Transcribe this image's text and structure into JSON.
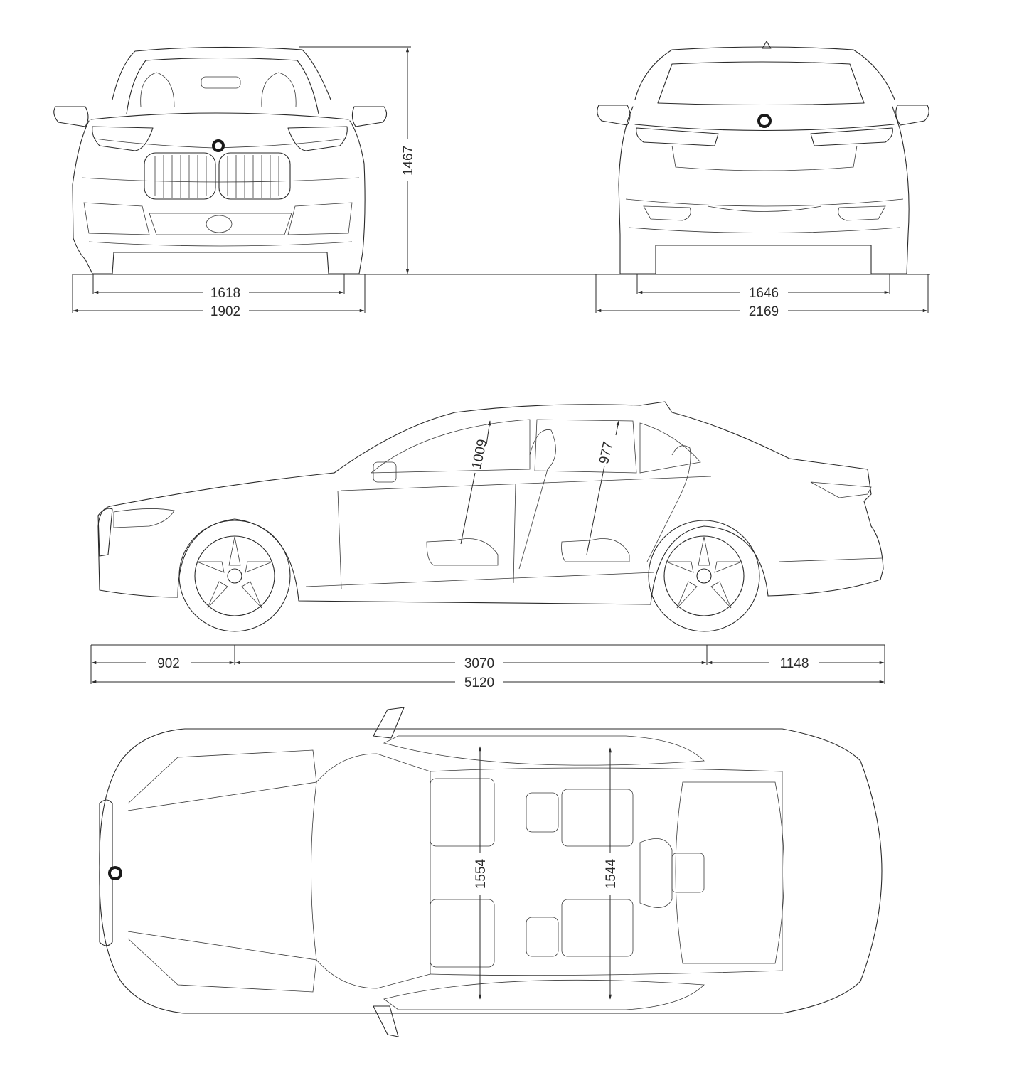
{
  "dimensions": {
    "front_track": "1618",
    "width_body": "1902",
    "height": "1467",
    "rear_track": "1646",
    "width_mirrors": "2169",
    "front_headroom": "1009",
    "rear_headroom": "977",
    "front_overhang": "902",
    "wheelbase": "3070",
    "rear_overhang": "1148",
    "length": "5120",
    "front_shoulder_width": "1554",
    "rear_shoulder_width": "1544"
  },
  "colors": {
    "line": "#2a2a2a",
    "background": "#ffffff"
  }
}
